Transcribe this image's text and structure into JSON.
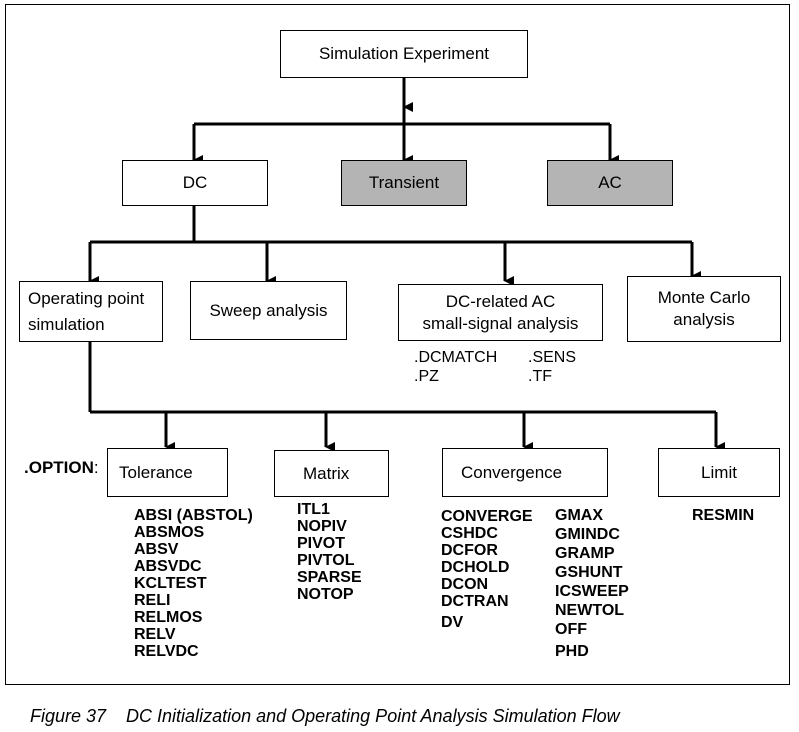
{
  "boxes": {
    "sim_experiment": "Simulation Experiment",
    "dc": "DC",
    "transient": "Transient",
    "ac": "AC",
    "operating_point": [
      "Operating point",
      "simulation"
    ],
    "sweep": "Sweep analysis",
    "dc_ac": [
      "DC-related AC",
      "small-signal analysis"
    ],
    "monte_carlo": [
      "Monte Carlo",
      "analysis"
    ],
    "tolerance": "Tolerance",
    "matrix": "Matrix",
    "convergence": "Convergence",
    "limit": "Limit"
  },
  "dc_ac_options": {
    "col1": [
      ".DCMATCH",
      ".PZ"
    ],
    "col2": [
      ".SENS",
      ".TF"
    ]
  },
  "option_label": ".OPTION",
  "option_colon": ":",
  "tolerance_options": [
    "ABSI (ABSTOL)",
    "ABSMOS",
    "ABSV",
    "ABSVDC",
    "KCLTEST",
    "RELI",
    "RELMOS",
    "RELV",
    "RELVDC"
  ],
  "matrix_options": [
    "ITL1",
    "NOPIV",
    "PIVOT",
    "PIVTOL",
    "SPARSE",
    "NOTOP"
  ],
  "convergence_options_col1": [
    "CONVERGE",
    "CSHDC",
    "DCFOR",
    "DCHOLD",
    "DCON",
    "DCTRAN"
  ],
  "convergence_options_col1_last": "DV",
  "convergence_options_col2": [
    "GMAX",
    "GMINDC",
    "GRAMP",
    "GSHUNT",
    "ICSWEEP",
    "NEWTOL",
    "OFF"
  ],
  "convergence_options_col2_last": "PHD",
  "limit_options": [
    "RESMIN"
  ],
  "caption": "Figure 37    DC Initialization and Operating Point Analysis Simulation Flow",
  "colors": {
    "grey_box": "#b4b4b4",
    "line": "#000000"
  }
}
